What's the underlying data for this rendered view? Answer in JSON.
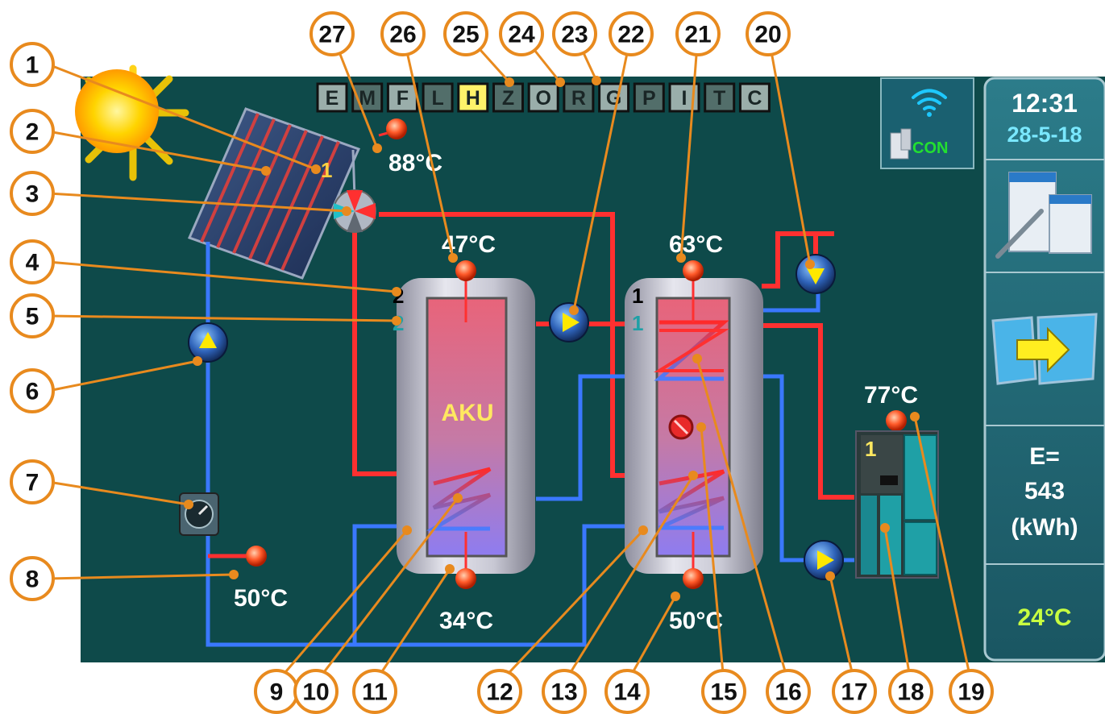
{
  "mode_letters": [
    "E",
    "M",
    "F",
    "L",
    "H",
    "Z",
    "O",
    "R",
    "G",
    "P",
    "I",
    "T",
    "C"
  ],
  "active_mode": "H",
  "temperatures": {
    "collector": "88°C",
    "aku_top": "47°C",
    "aku_bottom": "34°C",
    "boiler_top": "63°C",
    "boiler_bottom": "50°C",
    "return": "50°C",
    "heater": "77°C"
  },
  "tank_label": "AKU",
  "markers": {
    "collector": "1",
    "aku_upper_black": "2",
    "aku_upper_teal": "2",
    "boiler_upper_black": "1",
    "boiler_upper_teal": "1",
    "heater": "1"
  },
  "status": {
    "con": "CON"
  },
  "side_panel": {
    "time": "12:31",
    "date": "28-5-18",
    "energy_line1": "E=",
    "energy_line2": "543",
    "energy_line3": "(kWh)",
    "room_temp": "24°C"
  },
  "callouts": [
    "1",
    "2",
    "3",
    "4",
    "5",
    "6",
    "7",
    "8",
    "9",
    "10",
    "11",
    "12",
    "13",
    "14",
    "15",
    "16",
    "17",
    "18",
    "19",
    "20",
    "21",
    "22",
    "23",
    "24",
    "25",
    "26",
    "27"
  ],
  "colors": {
    "background": "#0e4a4a",
    "hot_pipe": "#ff3030",
    "cold_pipe": "#3a78ff",
    "callout_ring": "#e88a1e",
    "active_mode": "#fff36a",
    "inactive_mode": "#9aaeaa"
  }
}
